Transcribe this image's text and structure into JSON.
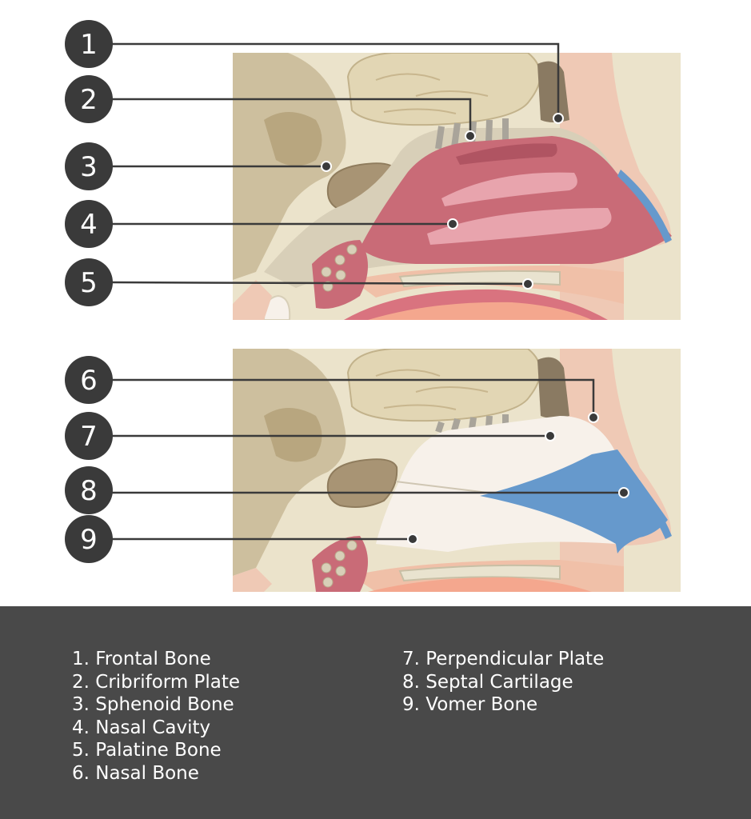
{
  "colors": {
    "skull_beige": "#e8dfc5",
    "bone_tan": "#cbbfa0",
    "bone_dark": "#9e8d70",
    "nasal_cavity_pink": "#c96b77",
    "septum_white": "#f7f1ea",
    "septal_cartilage_blue": "#6699cc",
    "skin_peach": "#efc9b5",
    "marker_dark": "#3a3a3a",
    "legend_bg": "#494949"
  },
  "markers": [
    {
      "number": "1",
      "label": "Frontal Bone"
    },
    {
      "number": "2",
      "label": "Cribriform Plate"
    },
    {
      "number": "3",
      "label": "Sphenoid Bone"
    },
    {
      "number": "4",
      "label": "Nasal Cavity"
    },
    {
      "number": "5",
      "label": "Palatine Bone"
    },
    {
      "number": "6",
      "label": "Nasal Bone"
    },
    {
      "number": "7",
      "label": "Perpendicular Plate"
    },
    {
      "number": "8",
      "label": "Septal Cartilage"
    },
    {
      "number": "9",
      "label": "Vomer Bone"
    }
  ],
  "legend": {
    "column_1": [
      "1. Frontal Bone",
      "2. Cribriform Plate",
      "3. Sphenoid Bone",
      "4. Nasal Cavity",
      "5. Palatine Bone",
      "6. Nasal Bone"
    ],
    "column_2": [
      "7. Perpendicular Plate",
      "8. Septal Cartilage",
      "9. Vomer Bone"
    ]
  }
}
